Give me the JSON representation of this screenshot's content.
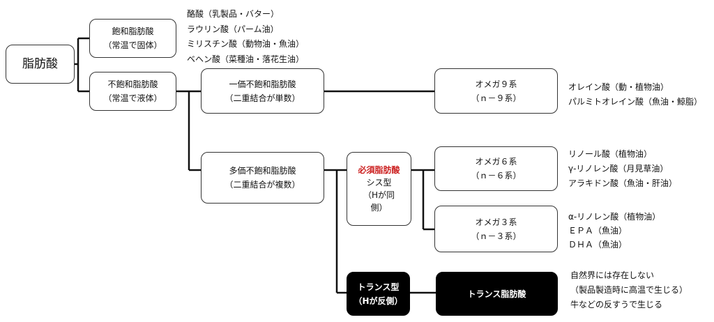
{
  "nodes": {
    "root": {
      "line1": "脂肪酸"
    },
    "saturated": {
      "line1": "飽和脂肪酸",
      "line2": "（常温で固体）"
    },
    "unsaturated": {
      "line1": "不飽和脂肪酸",
      "line2": "（常温で液体）"
    },
    "mono": {
      "line1": "一価不飽和脂肪酸",
      "line2": "（二重結合が単数）"
    },
    "poly": {
      "line1": "多価不飽和脂肪酸",
      "line2": "（二重結合が複数）"
    },
    "essential": {
      "line1": "必須脂肪酸",
      "line2": "シス型",
      "line3": "（Hが同",
      "line4": "側）"
    },
    "omega9": {
      "line1": "オメガ９系",
      "line2": "（ｎ－９系）"
    },
    "omega6": {
      "line1": "オメガ６系",
      "line2": "（ｎ－６系）"
    },
    "omega3": {
      "line1": "オメガ３系",
      "line2": "（ｎ－３系）"
    },
    "trans_type": {
      "line1": "トランス型",
      "line2": "（Hが反側）"
    },
    "trans_fat": {
      "line1": "トランス脂肪酸"
    }
  },
  "notes": {
    "saturated": [
      "酪酸（乳製品・バター）",
      "ラウリン酸（パーム油）",
      "ミリスチン酸（動物油・魚油）",
      "ベヘン酸（菜種油・落花生油）"
    ],
    "omega9": [
      "オレイン酸（動・植物油）",
      "パルミトオレイン酸（魚油・鯨脂）"
    ],
    "omega6": [
      "リノール酸（植物油）",
      "γ-リノレン酸（月見草油）",
      "アラキドン酸（魚油・肝油）"
    ],
    "omega3": [
      "α-リノレン酸（植物油）",
      "ＥＰＡ（魚油）",
      "ＤＨＡ（魚油）"
    ],
    "trans": [
      "自然界には存在しない",
      "（製品製造時に高温で生じる）",
      "牛などの反すうで生じる"
    ]
  },
  "colors": {
    "essential_accent": "#cc2222",
    "border": "#333333",
    "dark_fill": "#000000"
  }
}
